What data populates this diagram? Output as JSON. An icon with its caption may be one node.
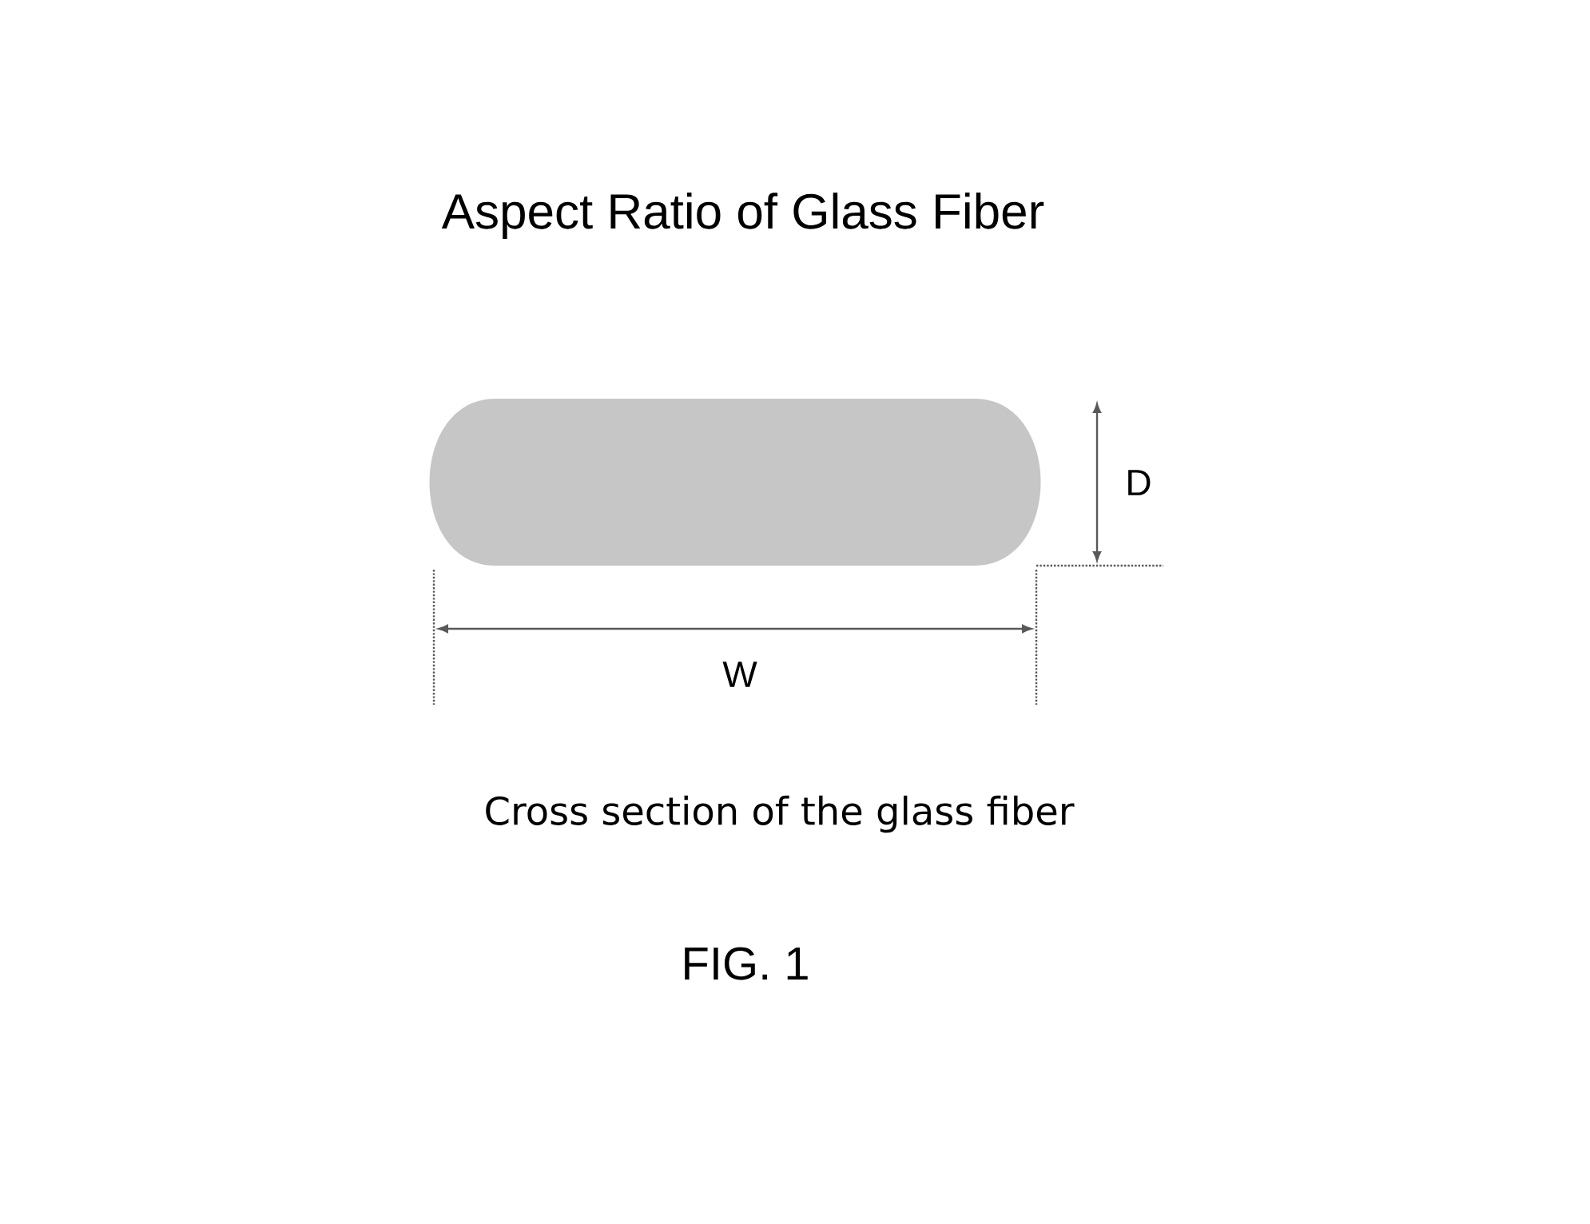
{
  "diagram": {
    "title": "Aspect Ratio of Glass Fiber",
    "labels": [
      "D",
      "W",
      "Cross section of the glass fiber",
      "FIG. 1"
    ]
  }
}
